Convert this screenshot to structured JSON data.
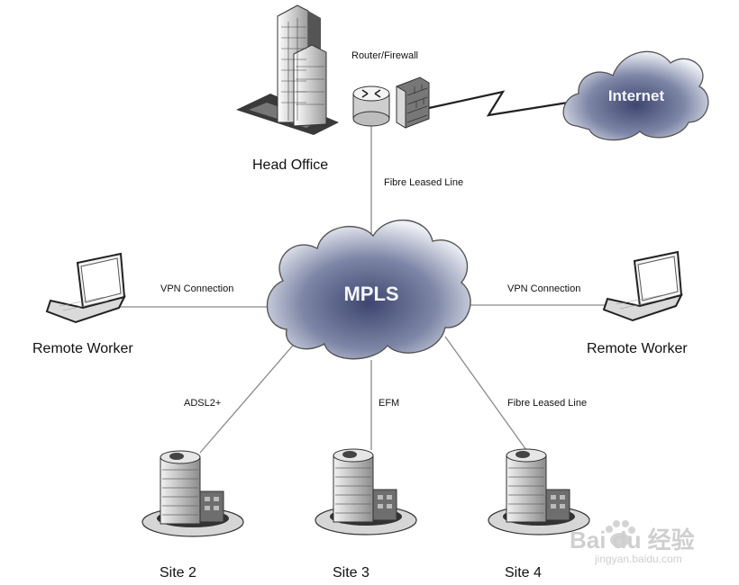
{
  "nodes": {
    "head_office": "Head Office",
    "router_firewall": "Router/Firewall",
    "internet": "Internet",
    "mpls": "MPLS",
    "remote_worker_left": "Remote Worker",
    "remote_worker_right": "Remote Worker",
    "site2": "Site 2",
    "site3": "Site 3",
    "site4": "Site 4"
  },
  "links": {
    "ho_mpls": "Fibre Leased Line",
    "vpn_left": "VPN Connection",
    "vpn_right": "VPN Connection",
    "site2": "ADSL2+",
    "site3": "EFM",
    "site4": "Fibre Leased Line"
  },
  "watermark": {
    "logo": "Bai du 经验",
    "url": "jingyan.baidu.com"
  },
  "colors": {
    "line": "#8a8a8a",
    "cloud_dark": "#4a5478",
    "cloud_light": "#e6e9f2"
  }
}
